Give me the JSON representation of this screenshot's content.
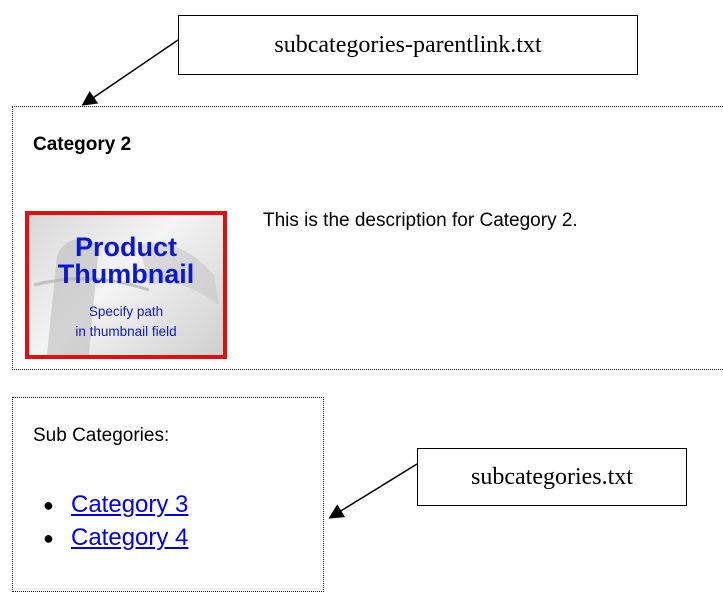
{
  "callouts": {
    "parentlink_file": "subcategories-parentlink.txt",
    "subcategories_file": "subcategories.txt"
  },
  "category": {
    "title": "Category 2",
    "description": "This is the description for Category 2.",
    "thumbnail": {
      "line1": "Product",
      "line2": "Thumbnail",
      "line3": "Specify path",
      "line4": "in thumbnail field"
    }
  },
  "subcategories": {
    "heading": "Sub Categories:",
    "items": [
      {
        "label": "Category 3"
      },
      {
        "label": "Category 4"
      }
    ]
  },
  "colors": {
    "link": "#0000ee",
    "thumbnail_border": "#e01010",
    "thumbnail_text": "#0a18d6"
  }
}
